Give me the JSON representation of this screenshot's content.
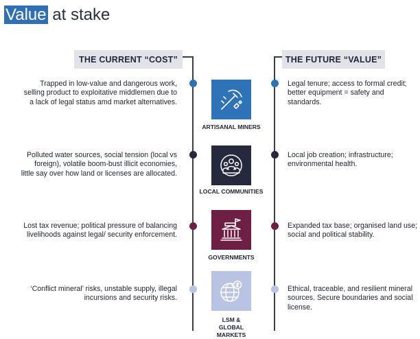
{
  "title": {
    "highlight": "Value",
    "rest": " at stake"
  },
  "columns": {
    "left_header": "THE CURRENT “COST”",
    "right_header": "THE FUTURE “VALUE”"
  },
  "rows": [
    {
      "label": "ARTISANAL MINERS",
      "cost": "Trapped in low-value and dangerous work, selling product to exploitative middlemen due to a lack of legal status amd market alternatives.",
      "value": "Legal tenure; access to formal credit; better equipment = safety and standards.",
      "icon": "mining-pickaxe-icon",
      "color": "#2e73b8"
    },
    {
      "label": "LOCAL COMMUNITIES",
      "cost": "Polluted water sources, social tension (local vs foreign), volatile boom-bust illicit economies, little say over how land or licenses are allocated.",
      "value": "Local job creation; infrastructure; environmental health.",
      "icon": "community-icon",
      "color": "#26283d"
    },
    {
      "label": "GOVERNMENTS",
      "cost": "Lost tax revenue; political pressure of balancing livelihoods against legal/ security enforcement.",
      "value": "Expanded tax base; organised land use; social and political stability.",
      "icon": "government-building-icon",
      "color": "#6e1f44"
    },
    {
      "label": "LSM & GLOBAL MARKETS",
      "cost": "‘Conflict mineral’ risks, unstable supply, illegal incursions and security risks.",
      "value": "Ethical, traceable, and resilient mineral sources. Secure boundaries and social license.",
      "icon": "globe-market-icon",
      "color": "#b9c3e3"
    }
  ]
}
